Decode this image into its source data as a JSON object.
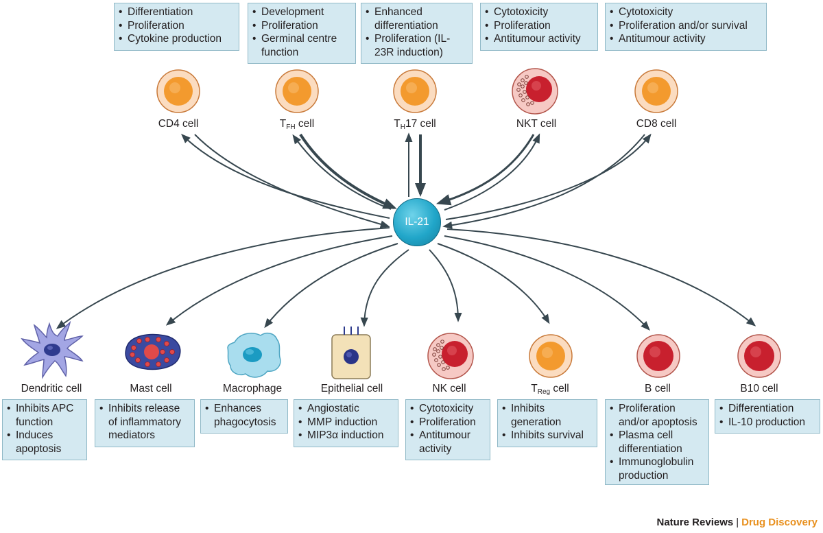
{
  "center": {
    "label": "IL-21"
  },
  "top_boxes": [
    {
      "items": [
        "Differentiation",
        "Proliferation",
        "Cytokine production"
      ]
    },
    {
      "items": [
        "Development",
        "Proliferation",
        "Germinal centre function"
      ]
    },
    {
      "items": [
        "Enhanced differentiation",
        "Proliferation (IL-23R induction)"
      ]
    },
    {
      "items": [
        "Cytotoxicity",
        "Proliferation",
        "Antitumour activity"
      ]
    },
    {
      "items": [
        "Cytotoxicity",
        "Proliferation and/or survival",
        "Antitumour activity"
      ]
    }
  ],
  "top_cells": [
    {
      "main": "CD4 cell",
      "sub": "",
      "rest": ""
    },
    {
      "main": "T",
      "sub": "FH",
      "rest": " cell"
    },
    {
      "main": "T",
      "sub": "H",
      "rest": "17 cell"
    },
    {
      "main": "NKT cell",
      "sub": "",
      "rest": ""
    },
    {
      "main": "CD8 cell",
      "sub": "",
      "rest": ""
    }
  ],
  "bottom_cells": [
    {
      "main": "Dendritic cell",
      "sub": "",
      "rest": ""
    },
    {
      "main": "Mast cell",
      "sub": "",
      "rest": ""
    },
    {
      "main": "Macrophage",
      "sub": "",
      "rest": ""
    },
    {
      "main": "Epithelial cell",
      "sub": "",
      "rest": ""
    },
    {
      "main": "NK cell",
      "sub": "",
      "rest": ""
    },
    {
      "main": "T",
      "sub": "Reg",
      "rest": " cell"
    },
    {
      "main": "B cell",
      "sub": "",
      "rest": ""
    },
    {
      "main": "B10 cell",
      "sub": "",
      "rest": ""
    }
  ],
  "bottom_boxes": [
    {
      "items": [
        "Inhibits APC function",
        "Induces apoptosis"
      ]
    },
    {
      "items": [
        "Inhibits release of inflammatory mediators"
      ]
    },
    {
      "items": [
        "Enhances phagocytosis"
      ]
    },
    {
      "items": [
        "Angiostatic",
        "MMP induction",
        "MIP3α induction"
      ]
    },
    {
      "items": [
        "Cytotoxicity",
        "Proliferation",
        "Antitumour activity"
      ]
    },
    {
      "items": [
        "Inhibits generation",
        "Inhibits survival"
      ]
    },
    {
      "items": [
        "Proliferation and/or apoptosis",
        "Plasma cell differentiation",
        "Immunoglobulin production"
      ]
    },
    {
      "items": [
        "Differentiation",
        "IL-10 production"
      ]
    }
  ],
  "credit": {
    "journal": "Nature Reviews",
    "separator": "|",
    "section": "Drug Discovery"
  },
  "colors": {
    "box_fill": "#d4e9f1",
    "arrow": "#37474f",
    "il21": "#21a6c9",
    "credit_accent": "#e8901e"
  }
}
